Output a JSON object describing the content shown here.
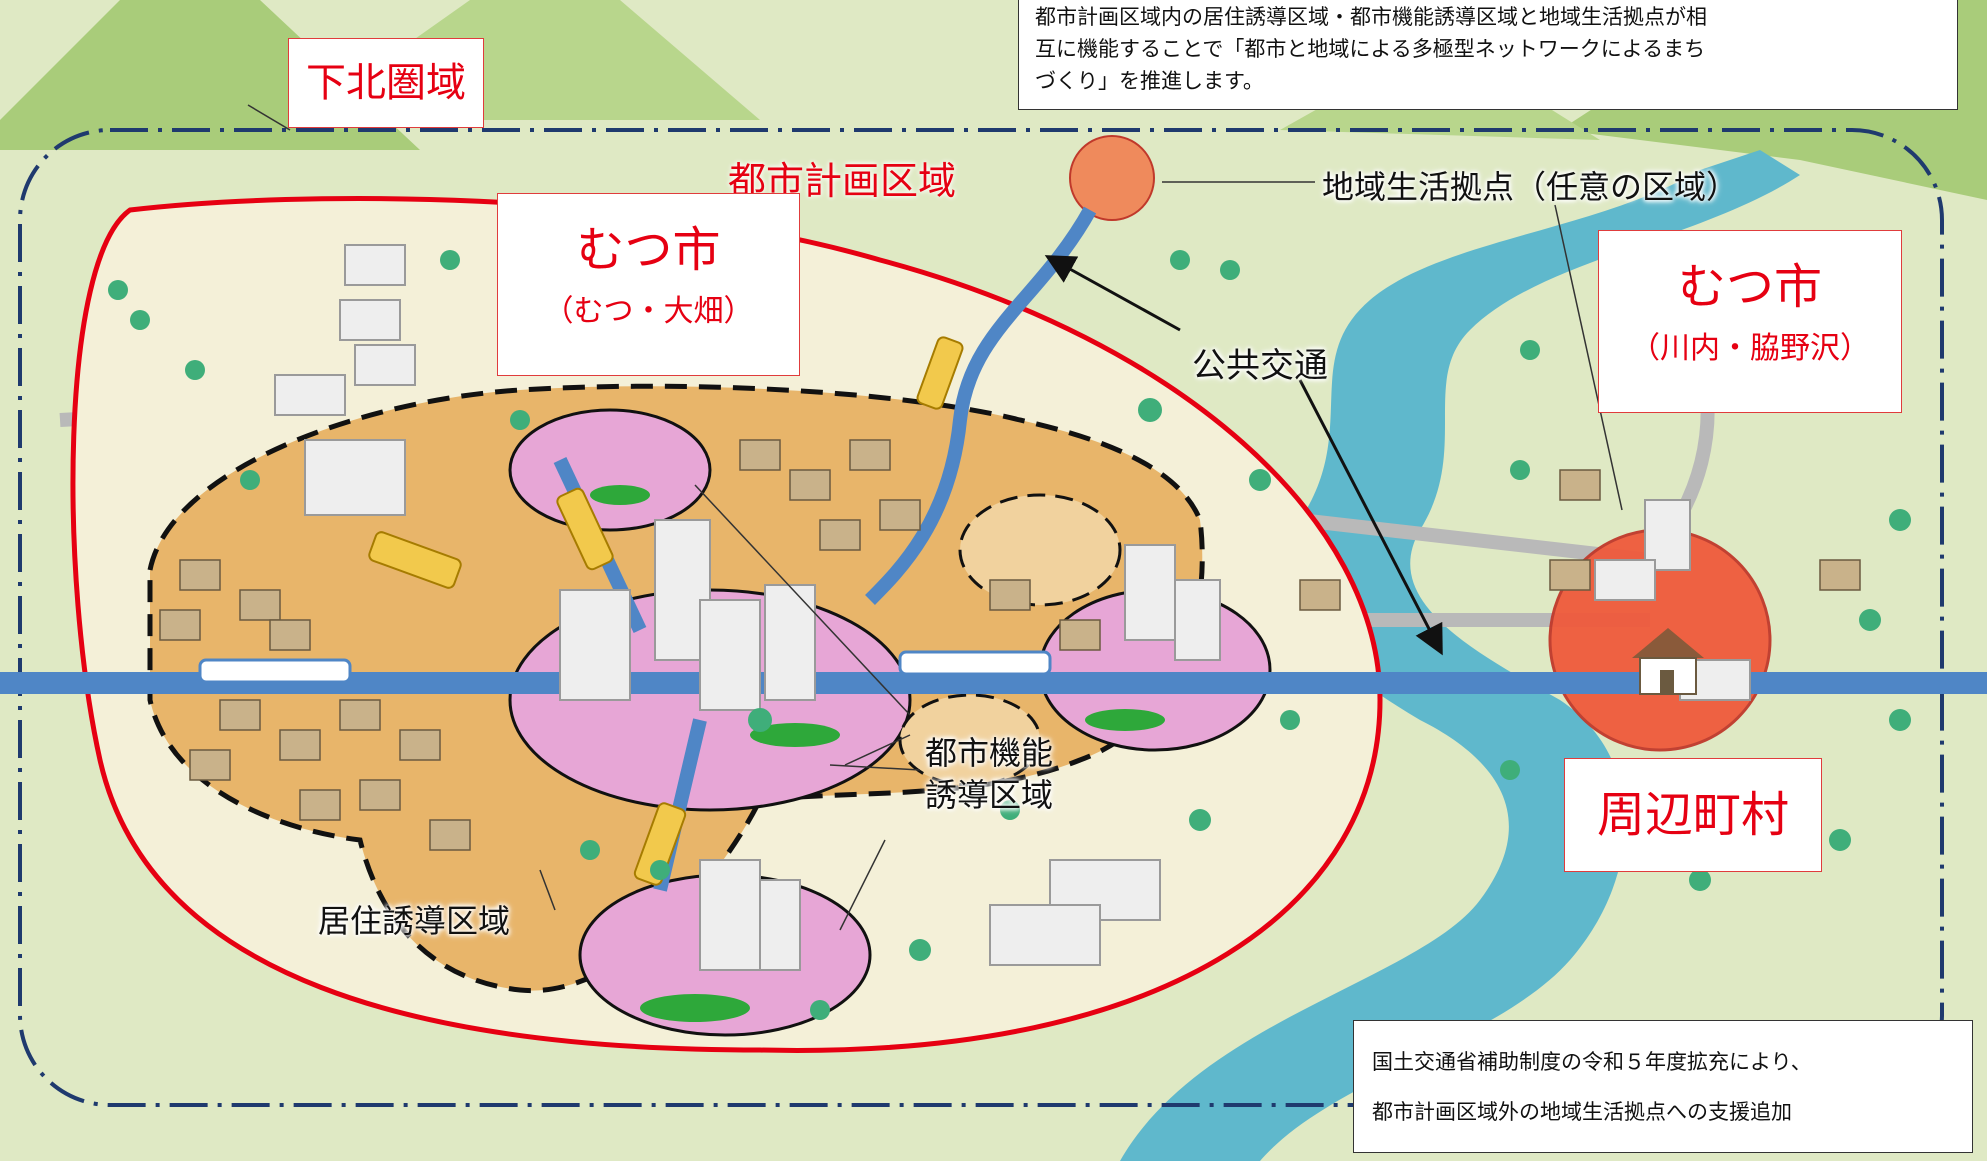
{
  "labels": {
    "region": "下北圏域",
    "city_planning_area": "都市計画区域",
    "city_left_name": "むつ市",
    "city_left_sub": "（むつ・大畑）",
    "city_right_name": "むつ市",
    "city_right_sub": "（川内・脇野沢）",
    "surrounding": "周辺町村",
    "local_hub": "地域生活拠点（任意の区域）",
    "public_transport": "公共交通",
    "urban_function_line1": "都市機能",
    "urban_function_line2": "誘導区域",
    "residential": "居住誘導区域"
  },
  "notes": {
    "top_line1": "都市計画区域内の居住誘導区域・都市機能誘導区域と地域生活拠点が相",
    "top_line2": "互に機能することで「都市と地域による多極型ネットワークによるまち",
    "top_line3": "づくり」を推進します。",
    "bottom_line1": "国土交通省補助制度の令和５年度拡充により、",
    "bottom_line2": "都市計画区域外の地域生活拠点への支援追加"
  },
  "colors": {
    "city_area_outline": "#e60012",
    "residential_zone_fill": "#e8b56a",
    "urban_function_fill": "#e7a6d6",
    "local_hub_fill": "#ef5a3c",
    "river": "#5fb8cc",
    "railway": "#4f86c6",
    "land": "#dfe9c4",
    "mountain": "#a9cc7a"
  }
}
